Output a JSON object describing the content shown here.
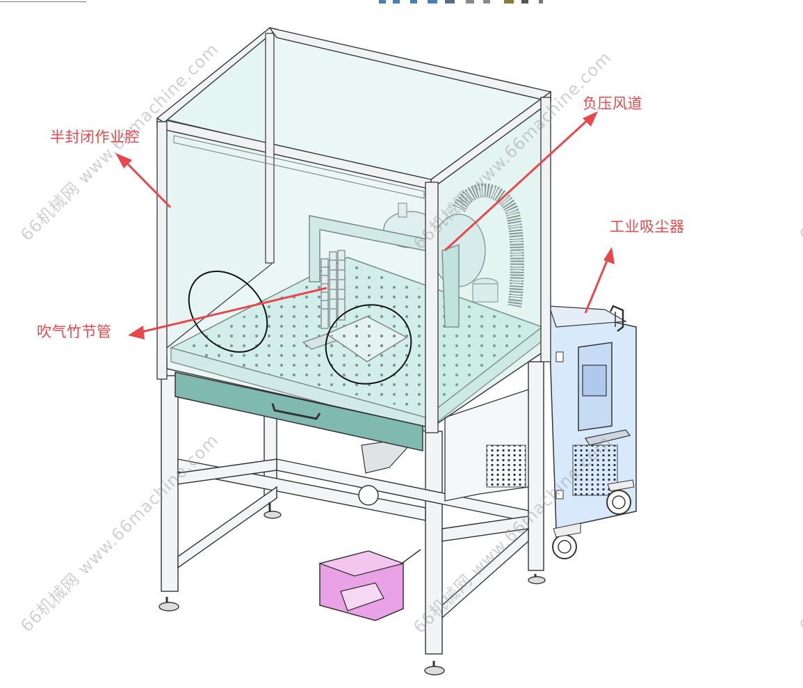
{
  "labels": {
    "chamber": "半封闭作业腔",
    "duct": "负压风道",
    "vacuum": "工业吸尘器",
    "pipe": "吹气竹节管"
  },
  "watermark": "66机械网 www.66machine.com",
  "colors": {
    "callout": "#e8474b",
    "glass": "#cfeee9",
    "frame": "#9aa0a4",
    "drawer": "#7fb9b0",
    "pedal": "#e78be0",
    "vacuum_body": "#cfe3f7"
  }
}
